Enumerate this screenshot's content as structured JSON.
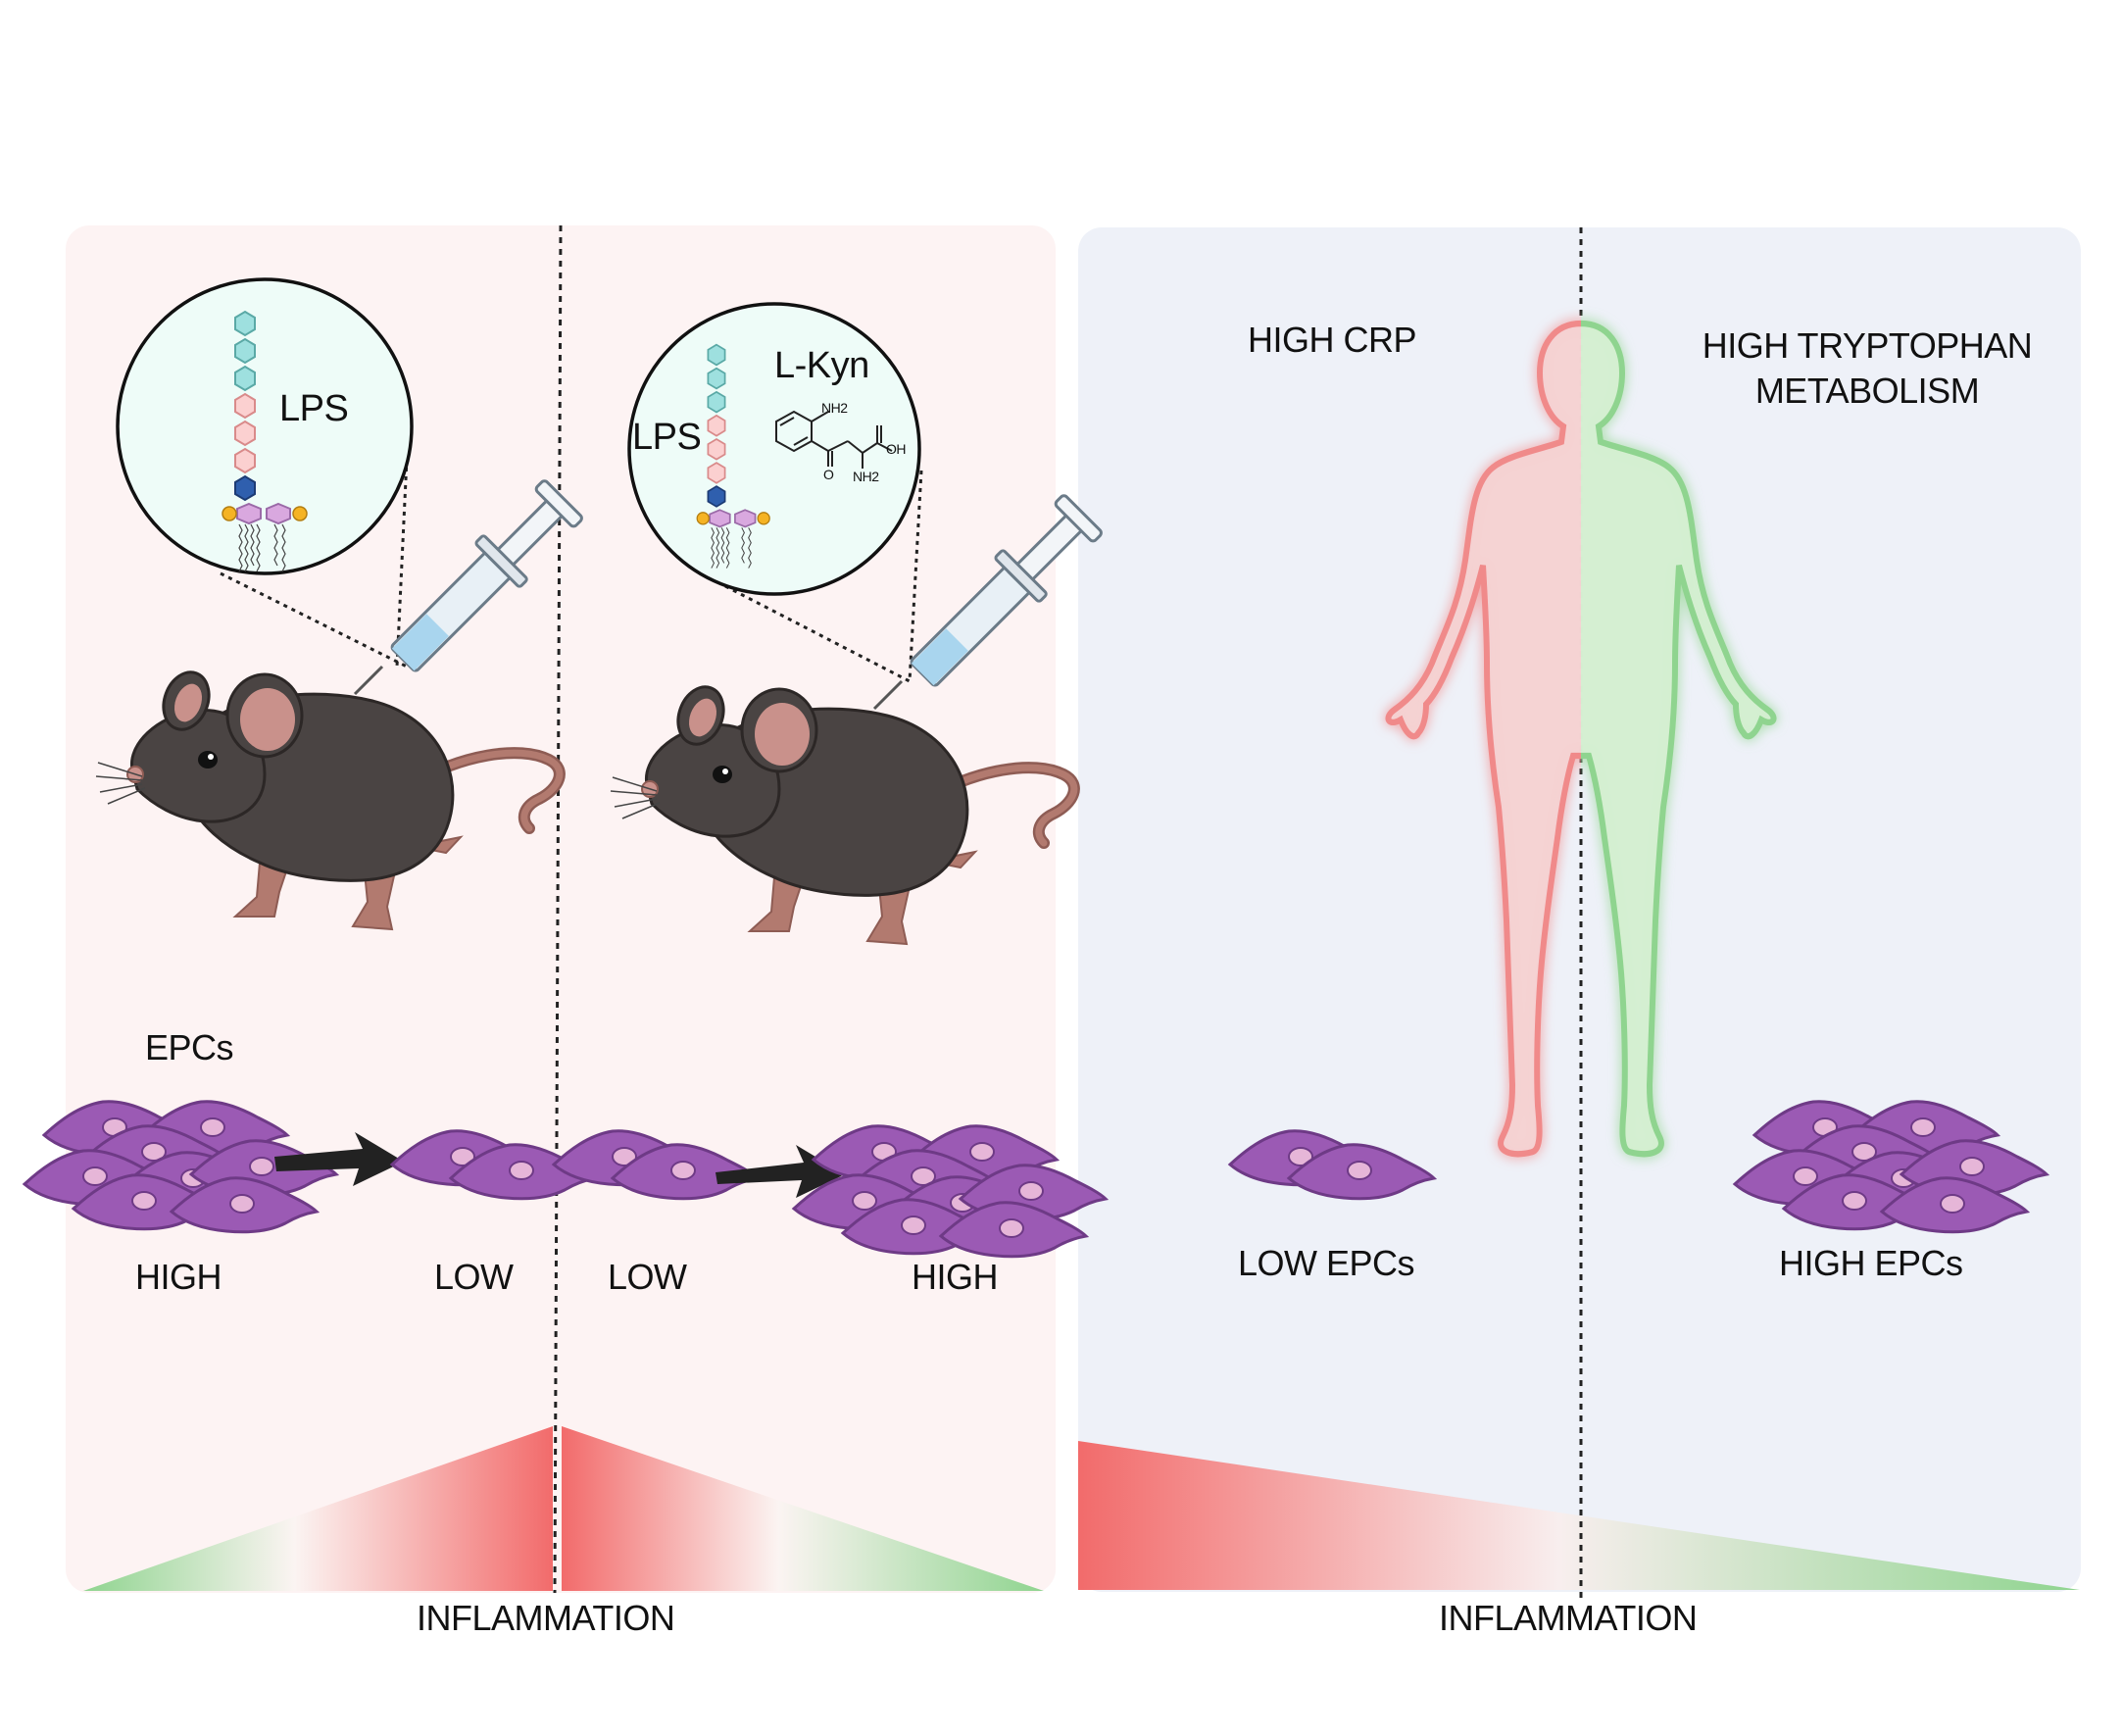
{
  "mouse_panel": {
    "lps_circle_label": "LPS",
    "second_circle": {
      "lps_label": "LPS",
      "kyn_label": "L-Kyn",
      "nh2_top": "NH2",
      "nh2_bottom": "NH2",
      "oh": "OH",
      "o": "O"
    },
    "epcs_label": "EPCs",
    "left_high": "HIGH",
    "left_low": "LOW",
    "right_low": "LOW",
    "right_high": "HIGH",
    "inflammation": "INFLAMMATION"
  },
  "human_panel": {
    "high_crp": "HIGH CRP",
    "high_tryptophan_line1": "HIGH TRYPTOPHAN",
    "high_tryptophan_line2": "METABOLISM",
    "low_epcs": "LOW EPCs",
    "high_epcs": "HIGH EPCs",
    "inflammation": "INFLAMMATION"
  },
  "colors": {
    "pink_panel": "#fdf3f3",
    "blue_panel": "#eef1f8",
    "red": "#f26b6b",
    "green": "#8fd48f",
    "cell_purple": "#9b5ab4",
    "cell_nucleus": "#e6b6d8",
    "mouse_body": "#4a4443",
    "ear": "#c9918b",
    "tail": "#b27a6f",
    "circle_fill": "#eefcf8"
  }
}
